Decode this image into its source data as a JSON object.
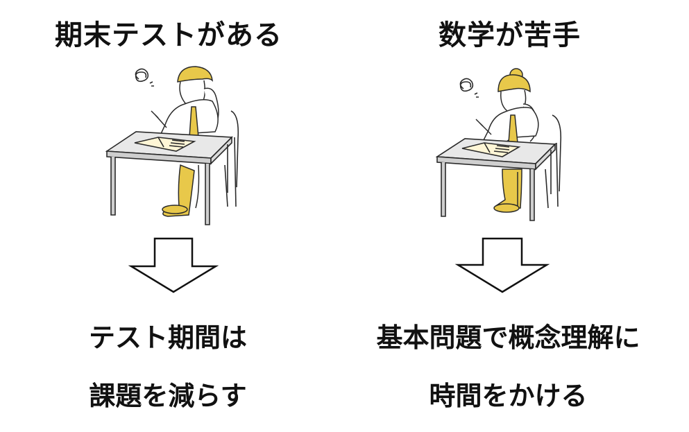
{
  "colors": {
    "accent": "#e8c84a",
    "line": "#2a2a2a",
    "desk_top": "#e8e8e8",
    "desk_side": "#cfcfcf"
  },
  "left": {
    "heading": "期末テストがある",
    "icon": "student-at-desk-boy",
    "arrow_icon": "down-arrow-outline",
    "result_lines": [
      "テスト期間は",
      "課題を減らす"
    ]
  },
  "right": {
    "heading": "数学が苦手",
    "icon": "student-at-desk-girl",
    "arrow_icon": "down-arrow-outline",
    "result_lines": [
      "基本問題で概念理解に",
      "時間をかける"
    ]
  }
}
